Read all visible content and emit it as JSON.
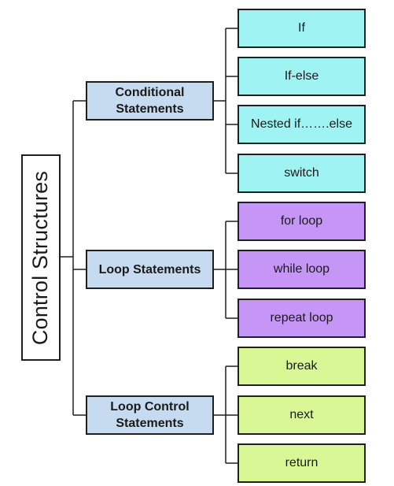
{
  "root": {
    "label": "Control Structures"
  },
  "categories": [
    {
      "label": "Conditional\nStatements",
      "items": [
        "If",
        "If-else",
        "Nested if…….else",
        "switch"
      ],
      "color": "#9ff3f3"
    },
    {
      "label": "Loop Statements",
      "items": [
        "for loop",
        "while loop",
        "repeat loop"
      ],
      "color": "#c696f6"
    },
    {
      "label": "Loop Control\nStatements",
      "items": [
        "break",
        "next",
        "return"
      ],
      "color": "#d9f895"
    }
  ],
  "category_color": "#c6dbef"
}
